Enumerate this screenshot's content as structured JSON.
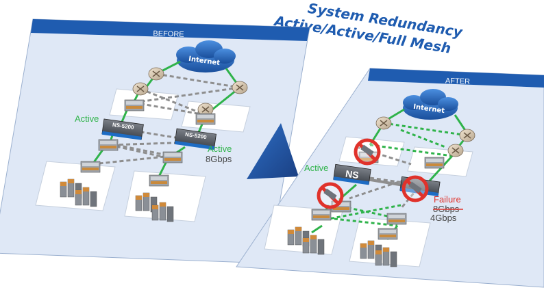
{
  "title": {
    "line1": "System Redundancy",
    "line2": "Active/Active/Full Mesh"
  },
  "before": {
    "label": "BEFORE",
    "cloud": "Internet",
    "active_left": "Active",
    "active_right": "Active",
    "speed": "8Gbps",
    "ns_left": "NS-5200",
    "ns_right": "NS-5200"
  },
  "after": {
    "label": "AFTER",
    "cloud": "Internet",
    "active": "Active",
    "ns": "NS",
    "failure": "Failure",
    "speed_old": "8Gbps",
    "speed_new": "4Gbps"
  },
  "colors": {
    "panel_fill": "#dfe8f6",
    "panel_header": "#1f5cb0",
    "title": "#1f5cb0",
    "active_green": "#2fb34a",
    "failure_red": "#e0322b",
    "link_gray": "#8e8e8e"
  }
}
